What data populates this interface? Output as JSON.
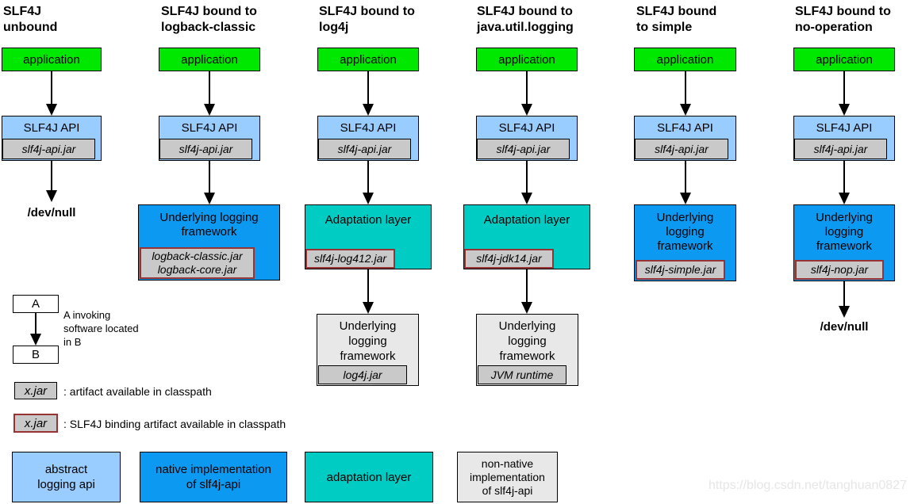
{
  "colors": {
    "application": "#00e800",
    "abstract_logging_api": "#99ccff",
    "native_implementation": "#0c99f2",
    "adaptation_layer": "#00ccc4",
    "non_native_implementation": "#e8e8e8",
    "jar_fill": "#c9c9c9",
    "binding_jar_border": "#993333"
  },
  "columns": [
    {
      "title": "SLF4J\nunbound",
      "application": "application",
      "api": "SLF4J API",
      "api_jar": "slf4j-api.jar",
      "sink": "/dev/null"
    },
    {
      "title": "SLF4J bound to\nlogback-classic",
      "application": "application",
      "api": "SLF4J API",
      "api_jar": "slf4j-api.jar",
      "framework": "Underlying logging\nframework",
      "framework_jar": "logback-classic.jar\nlogback-core.jar"
    },
    {
      "title": "SLF4J bound to\nlog4j",
      "application": "application",
      "api": "SLF4J API",
      "api_jar": "slf4j-api.jar",
      "adaptation": "Adaptation layer",
      "adaptation_jar": "slf4j-log412.jar",
      "framework": "Underlying\nlogging\nframework",
      "framework_jar": "log4j.jar"
    },
    {
      "title": "SLF4J bound to\njava.util.logging",
      "application": "application",
      "api": "SLF4J API",
      "api_jar": "slf4j-api.jar",
      "adaptation": "Adaptation layer",
      "adaptation_jar": "slf4j-jdk14.jar",
      "framework": "Underlying\nlogging\nframework",
      "framework_jar": "JVM runtime"
    },
    {
      "title": "SLF4J bound\nto simple",
      "application": "application",
      "api": "SLF4J API",
      "api_jar": "slf4j-api.jar",
      "framework": "Underlying\nlogging\nframework",
      "framework_jar": "slf4j-simple.jar"
    },
    {
      "title": "SLF4J bound to\nno-operation",
      "application": "application",
      "api": "SLF4J API",
      "api_jar": "slf4j-api.jar",
      "framework": "Underlying\nlogging\nframework",
      "framework_jar": "slf4j-nop.jar",
      "sink": "/dev/null"
    }
  ],
  "legend": {
    "invoker": "A",
    "invokee": "B",
    "invoke_note": "A invoking\nsoftware located\nin B",
    "jar_plain": "x.jar",
    "jar_plain_note": ": artifact available in classpath",
    "jar_binding": "x.jar",
    "jar_binding_note": ": SLF4J binding artifact available in classpath"
  },
  "key": {
    "abstract": "abstract\nlogging api",
    "native": "native implementation\nof slf4j-api",
    "adaptation": "adaptation layer",
    "nonnative": "non-native\nimplementation\nof slf4j-api"
  },
  "watermark": "https://blog.csdn.net/tanghuan0827"
}
